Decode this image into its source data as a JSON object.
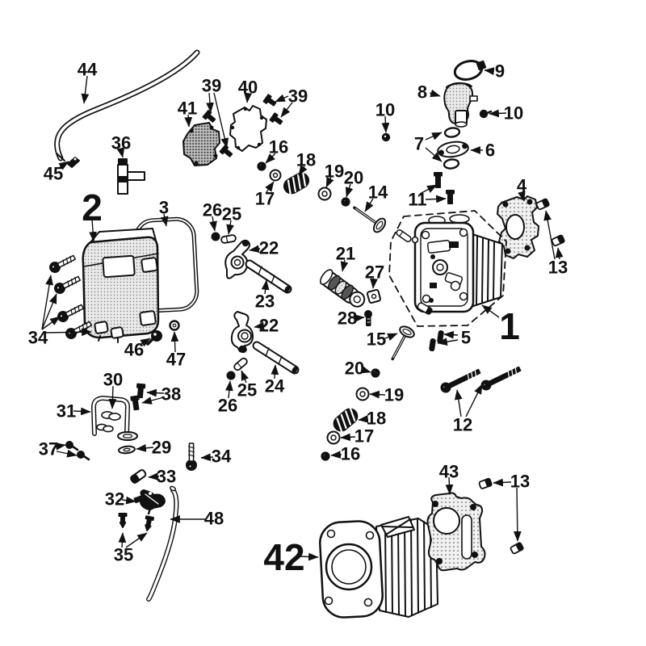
{
  "callouts": {
    "c44": "44",
    "c45": "45",
    "c36": "36",
    "c41": "41",
    "c40": "40",
    "c39a": "39",
    "c39b": "39",
    "c16a": "16",
    "c17a": "17",
    "c18a": "18",
    "c19a": "19",
    "c20a": "20",
    "c14": "14",
    "c10a": "10",
    "c8": "8",
    "c9": "9",
    "c10b": "10",
    "c7": "7",
    "c6": "6",
    "c11": "11",
    "c4": "4",
    "c13a": "13",
    "c1": "1",
    "c2": "2",
    "c3": "3",
    "c26a": "26",
    "c25a": "25",
    "c22a": "22",
    "c23": "23",
    "c22b": "22",
    "c24": "24",
    "c25b": "25",
    "c26b": "26",
    "c21": "21",
    "c27": "27",
    "c28": "28",
    "c15": "15",
    "c5": "5",
    "c20b": "20",
    "c19b": "19",
    "c18b": "18",
    "c17b": "17",
    "c16b": "16",
    "c12": "12",
    "c34a": "34",
    "c46": "46",
    "c47": "47",
    "c30": "30",
    "c38": "38",
    "c31": "31",
    "c37": "37",
    "c29": "29",
    "c34b": "34",
    "c33": "33",
    "c32": "32",
    "c35": "35",
    "c48": "48",
    "c42": "42",
    "c43": "43",
    "c13b": "13"
  }
}
